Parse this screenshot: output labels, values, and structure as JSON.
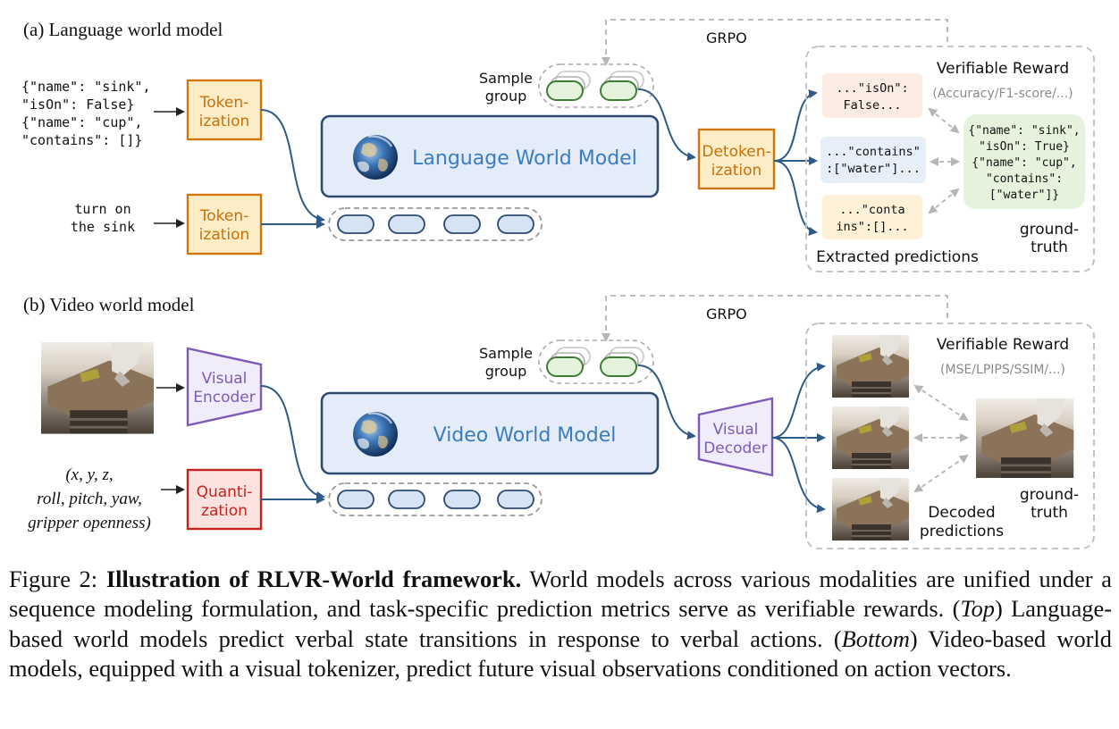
{
  "language_panel": {
    "title": "(a) Language world model",
    "state_input": [
      "{\"name\": \"sink\",",
      " \"isOn\": False}",
      "{\"name\": \"cup\",",
      " \"contains\": []}"
    ],
    "action_input": [
      "turn on",
      "the sink"
    ],
    "tokenization_top": [
      "Token-",
      "ization"
    ],
    "tokenization_bottom": [
      "Token-",
      "ization"
    ],
    "model_label": "Language World Model",
    "detokenization": [
      "Detoken-",
      "ization"
    ],
    "grpo": "GRPO",
    "sample_group": [
      "Sample",
      "group"
    ],
    "verifiable_reward": "Verifiable Reward",
    "metric": "(Accuracy/F1-score/...)",
    "prediction_1": [
      "...\"isOn\":",
      "False..."
    ],
    "prediction_2": [
      "...\"contains\"",
      ":[\"water\"]..."
    ],
    "prediction_3": [
      "...\"conta",
      "ins\":[]..."
    ],
    "ground_truth_json": [
      "{\"name\": \"sink\",",
      "\"isOn\": True}",
      "{\"name\": \"cup\",",
      "\"contains\":",
      "[\"water\"]}"
    ],
    "ground_truth_label": [
      "ground-",
      "truth"
    ],
    "extracted_predictions": "Extracted predictions"
  },
  "video_panel": {
    "title": "(b) Video world model",
    "action_vector": [
      "(x, y, z,",
      "roll, pitch, yaw,",
      "gripper openness)"
    ],
    "visual_encoder": [
      "Visual",
      "Encoder"
    ],
    "quantization": [
      "Quanti-",
      "zation"
    ],
    "model_label": "Video World Model",
    "visual_decoder": [
      "Visual",
      "Decoder"
    ],
    "grpo": "GRPO",
    "sample_group": [
      "Sample",
      "group"
    ],
    "verifiable_reward": "Verifiable Reward",
    "metric": "(MSE/LPIPS/SSIM/...)",
    "ground_truth_label": [
      "ground-",
      "truth"
    ],
    "decoded_predictions": [
      "Decoded",
      "predictions"
    ]
  },
  "caption": {
    "figure_label": "Figure 2:",
    "bold_title": "Illustration of RLVR-World framework.",
    "text_1": "World models across various modalities are unified under a sequence modeling formulation, and task-specific prediction metrics serve as verifiable rewards. (",
    "top_word": "Top",
    "text_2": ") Language-based world models predict verbal state transitions in response to verbal actions. (",
    "bottom_word": "Bottom",
    "text_3": ") Video-based world models, equipped with a visual tokenizer, predict future visual observations conditioned on action vectors."
  },
  "colors": {
    "arrow_blue": "#2e5a87",
    "model_fill": "#e3ecf8",
    "model_stroke": "#2e4a70",
    "model_text": "#3a7dc0",
    "orange_stroke": "#d0760e",
    "orange_fill": "#fdedc7",
    "orange_text": "#c8700a",
    "purple_stroke": "#7d5ab8",
    "purple_fill": "#f1ecfa",
    "purple_text": "#7d5ab8",
    "red_stroke": "#c8221c",
    "red_fill": "#fbe2df",
    "red_text": "#c8221c",
    "green_fill": "#e6f3dc",
    "green_stroke": "#3f7d35",
    "dashed_gray": "#b0b0b0",
    "metric_gray": "#8a8a8a"
  }
}
